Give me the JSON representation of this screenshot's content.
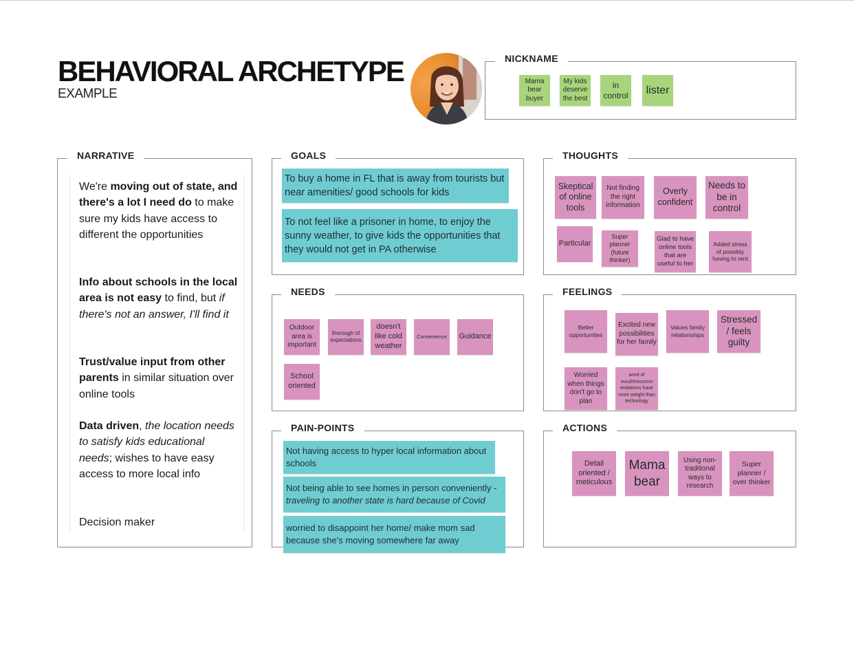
{
  "header": {
    "title": "BEHAVIORAL ARCHETYPE",
    "subtitle": "EXAMPLE"
  },
  "nickname": {
    "label": "NICKNAME",
    "notes": [
      "Mama bear buyer",
      "My kids deserve the best",
      "in control",
      "lister"
    ]
  },
  "narrative": {
    "label": "NARRATIVE",
    "p1": {
      "a": "We're ",
      "b": "moving out of state, and there's a lot I need do",
      "c": " to make sure my kids have access to different the opportunities"
    },
    "p2": {
      "a": "Info about schools in the local area is not easy",
      "b": " to find, but ",
      "c": "if there's not an answer, I'll find it"
    },
    "p3": {
      "a": "Trust/value input from other parents",
      "b": " in similar situation over online tools"
    },
    "p4": {
      "a": "Data driven",
      "b": ", ",
      "c": "the location needs to satisfy kids educational needs",
      "d": "; wishes to have easy access to more local info"
    },
    "p5": "Decision maker"
  },
  "goals": {
    "label": "GOALS",
    "notes": [
      "To buy a home in FL that is away from tourists but near amenities/ good schools for kids",
      "To not feel like a prisoner in home, to enjoy the sunny weather, to give kids the opportunities that they would not get in PA otherwise"
    ]
  },
  "thoughts": {
    "label": "THOUGHTS",
    "notes": [
      "Skeptical of online tools",
      "Not finding the right information",
      "Overly confident",
      "Needs to be in control",
      "Particular",
      "Super planner (future thinker)",
      "Glad to have online tools that are useful to her",
      "Added stress of possibly having to rent"
    ]
  },
  "needs": {
    "label": "NEEDS",
    "notes": [
      "Outdoor area is important",
      "thorough of expectations",
      "doesn't like cold weather",
      "Convenience",
      "Guidance",
      "School oriented"
    ]
  },
  "feelings": {
    "label": "FEELINGS",
    "notes": [
      "Better opportunities",
      "Excited new possibilities for her family",
      "Values family relationships",
      "Stressed / feels guilty",
      "Worried when things don't go to plan",
      "word of mouth/recomm endations have more weight than technology"
    ]
  },
  "painpoints": {
    "label": "PAIN-POINTS",
    "n1": "Not having access to hyper local information about schools",
    "n2a": "Not being able to see homes in person conveniently - ",
    "n2b": "traveling to another state is hard because of Covid",
    "n3": "worried to disappoint her home/ make mom sad because she's moving somewhere far away"
  },
  "actions": {
    "label": "ACTIONS",
    "notes": [
      "Detail oriented / meticulous",
      "Mama bear",
      "Using non-traditional ways to research",
      "Super planner / over thinker"
    ]
  },
  "colors": {
    "green": "#a8d57c",
    "pink": "#d894be",
    "teal": "#6fcdd2"
  }
}
